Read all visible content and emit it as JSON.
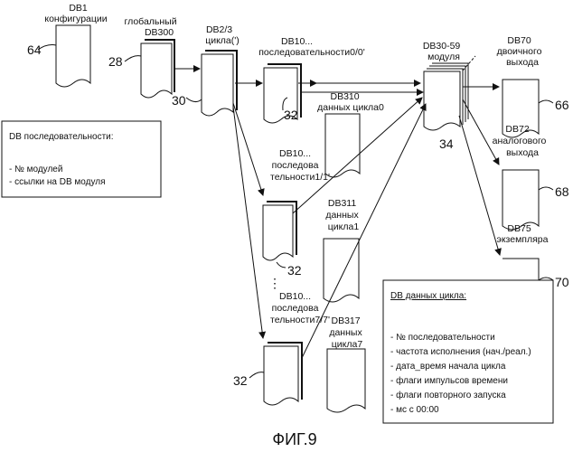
{
  "figure_caption": "ФИГ.9",
  "blocks": {
    "db1": {
      "label_lines": [
        "DB1",
        "конфигурации"
      ],
      "ref": "64"
    },
    "db300": {
      "label_lines": [
        "глобальный",
        "DB300"
      ],
      "ref": "28"
    },
    "db23": {
      "label_lines": [
        "DB2/3",
        "цикла(')"
      ],
      "ref": "30"
    },
    "db10_0": {
      "label_lines": [
        "DB10...",
        "последовательности0/0'"
      ],
      "ref": "32"
    },
    "db310": {
      "label_lines": [
        "DB310",
        "данных цикла0"
      ]
    },
    "db10_1": {
      "label_lines": [
        "DB10...",
        "последова",
        "тельности1/1'"
      ],
      "ref": "32"
    },
    "db311": {
      "label_lines": [
        "DB311",
        "данных",
        "цикла1"
      ]
    },
    "db10_7": {
      "label_lines": [
        "DB10...",
        "последова",
        "тельности7/7'"
      ],
      "ref": "32"
    },
    "db317": {
      "label_lines": [
        "DB317",
        "данных",
        "цикла7"
      ]
    },
    "db3059": {
      "label_lines": [
        "DB30-59",
        "модуля"
      ],
      "ref": "34"
    },
    "db70": {
      "label_lines": [
        "DB70",
        "двоичного",
        "выхода"
      ],
      "ref": "66"
    },
    "db72": {
      "label_lines": [
        "DB72",
        "аналогового",
        "выхода"
      ],
      "ref": "68"
    },
    "db75": {
      "label_lines": [
        "DB75",
        "экземпляра"
      ],
      "ref": "70"
    }
  },
  "ellipsis": "⋮",
  "seq_box": {
    "title": "DB последовательности:",
    "items": [
      "- № модулей",
      "- ссылки на DB модуля"
    ]
  },
  "cycle_box": {
    "title": "DB данных цикла:",
    "items": [
      "- № последовательности",
      "- частота исполнения (нач./реал.)",
      "- дата_время начала цикла",
      "- флаги импульсов времени",
      "- флаги повторного запуска",
      "- мс с 00:00"
    ]
  }
}
